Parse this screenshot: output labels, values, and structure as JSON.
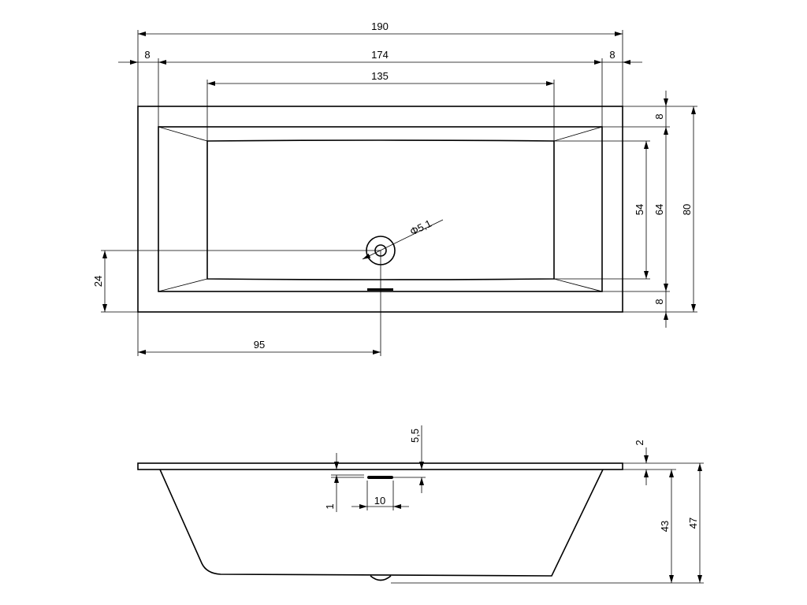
{
  "drawing": {
    "top_view": {
      "overall_length": "190",
      "inner_length": "174",
      "rim_left": "8",
      "rim_right": "8",
      "bottom_length": "135",
      "rim_top": "8",
      "rim_bottom": "8",
      "bottom_width": "54",
      "inner_width": "64",
      "overall_width": "80",
      "drain_offset_y": "24",
      "drain_offset_x": "95",
      "drain_diameter": "Φ5,1"
    },
    "side_view": {
      "overflow_depth": "5,5",
      "rim_thickness": "2",
      "overflow_height": "1",
      "overflow_width": "10",
      "inner_depth": "43",
      "overall_depth": "47"
    }
  }
}
